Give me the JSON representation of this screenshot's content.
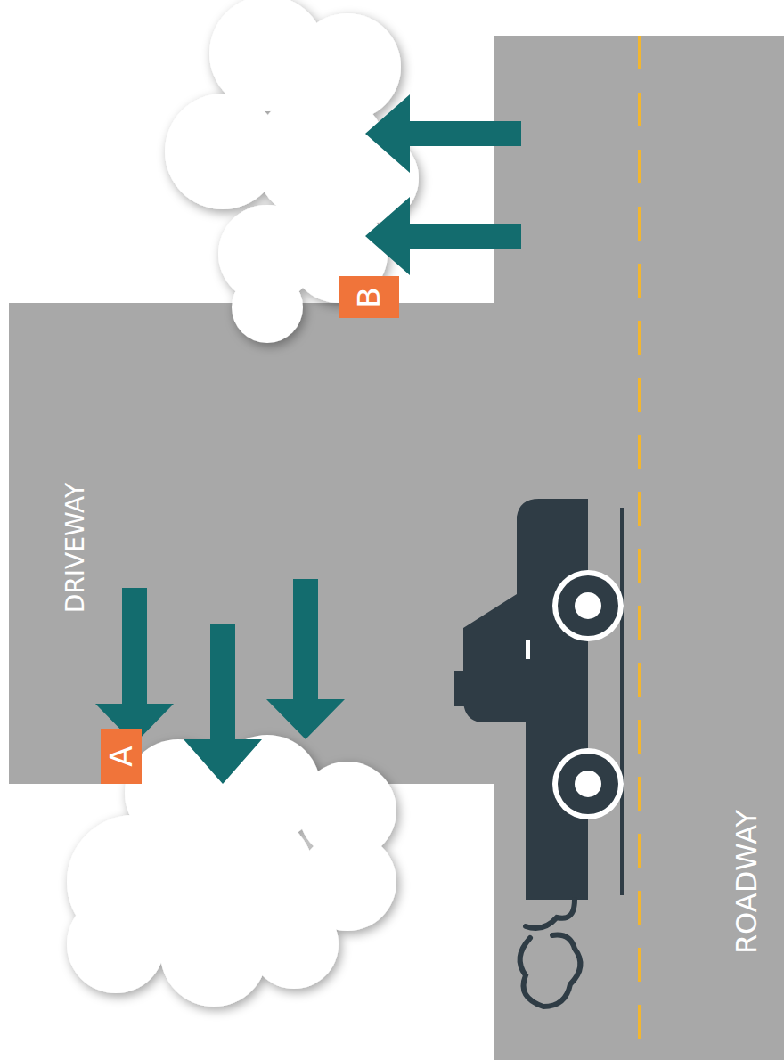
{
  "diagram": {
    "nodes": [
      {
        "text": [
          "B"
        ]
      },
      {
        "text": [
          "A"
        ]
      }
    ],
    "labels": [
      "DRIVEWAY",
      "ROADWAY"
    ]
  }
}
